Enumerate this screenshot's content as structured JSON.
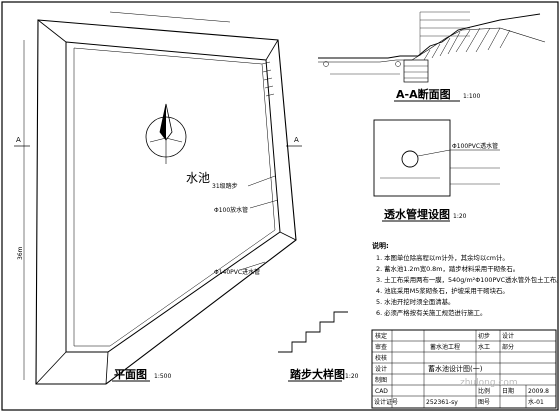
{
  "plan": {
    "title": "平面图",
    "scale": "1:500",
    "pond_label": "水池",
    "axis_letter_left": "A",
    "axis_letter_right": "A",
    "callout_steps": "31级踏步",
    "callout_outlet": "Φ100放水管",
    "callout_pipe": "Φ140PVC进水管",
    "side_dim": "36m"
  },
  "section_aa": {
    "title": "A-A断面图",
    "scale": "1:100"
  },
  "pipe_detail": {
    "title": "透水管埋设图",
    "scale": "1:20",
    "label_pipe": "Φ100PVC透水管"
  },
  "steps_detail": {
    "title": "踏步大样图",
    "scale": "1:20"
  },
  "notes": {
    "heading": "说明:",
    "items": [
      "1. 本图单位除高程以m计外，其余均以cm计。",
      "2. 蓄水池1.2m宽0.8m，踏步材料采用干砌条石。",
      "3. 土工布采用两布一膜，540g/m²Φ100PVC透水管外包土工布。",
      "4. 池底采用M5浆砌条石，护坡采用干砌块石。",
      "5. 水池开挖时须全面清基。",
      "6. 必须严格按有关施工规范进行施工。"
    ]
  },
  "title_block": {
    "r1": [
      "核定",
      "",
      "初步",
      "设计"
    ],
    "r2": [
      "审查",
      "",
      "水工",
      "部分"
    ],
    "r3": [
      "校核",
      "",
      "",
      ""
    ],
    "r4": [
      "设计",
      "",
      "",
      ""
    ],
    "r5": [
      "制图",
      "",
      "",
      ""
    ],
    "r6": [
      "CAD",
      "",
      "比例",
      "",
      "日期",
      "2009.8"
    ],
    "r7": [
      "设计证号",
      "252361-sy",
      "图号",
      "水-01"
    ],
    "project": "蓄水池工程",
    "drawing_name": "蓄水池设计图(一)"
  },
  "watermark": "zhulong.com"
}
